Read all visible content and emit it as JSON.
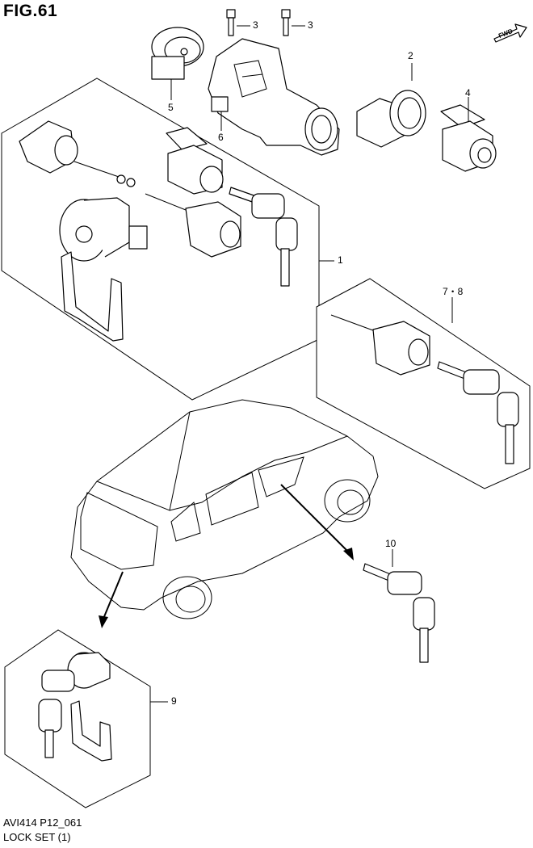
{
  "figure": {
    "title": "FIG.61",
    "code": "AVI414 P12_061",
    "caption": "LOCK SET (1)"
  },
  "direction_badge": {
    "label": "FWD"
  },
  "callouts": [
    {
      "id": "1",
      "text": "1"
    },
    {
      "id": "2",
      "text": "2"
    },
    {
      "id": "3a",
      "text": "3"
    },
    {
      "id": "3b",
      "text": "3"
    },
    {
      "id": "4",
      "text": "4"
    },
    {
      "id": "5",
      "text": "5"
    },
    {
      "id": "6",
      "text": "6"
    },
    {
      "id": "78",
      "text": "7・8"
    },
    {
      "id": "9",
      "text": "9"
    },
    {
      "id": "10",
      "text": "10"
    }
  ]
}
